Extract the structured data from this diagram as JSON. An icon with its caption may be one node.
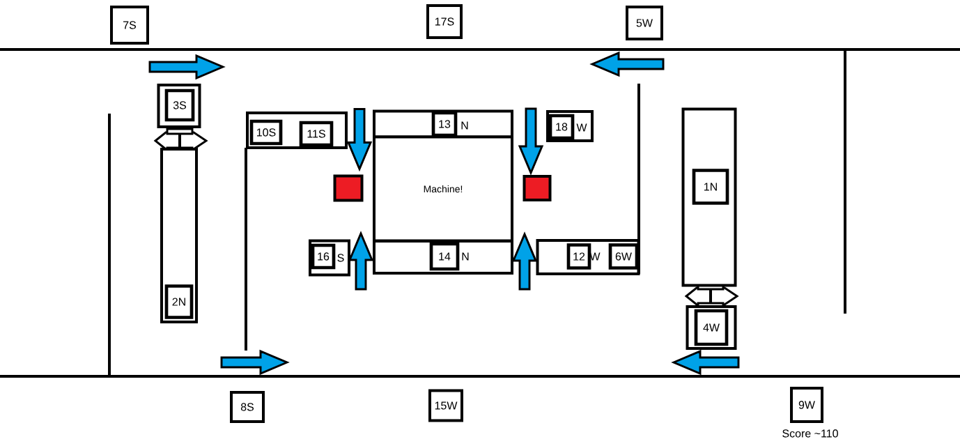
{
  "diagram": {
    "nodes": [
      {
        "text": [
          "7S"
        ]
      },
      {
        "text": [
          "17S"
        ]
      },
      {
        "text": [
          "5W"
        ]
      },
      {
        "text": [],
        "shape": "box"
      },
      {
        "text": [
          "3S"
        ],
        "in": 3
      },
      {
        "text": [],
        "shape": "box"
      },
      {
        "text": [
          "10S"
        ],
        "in": 5
      },
      {
        "text": [
          "11S"
        ],
        "in": 5
      },
      {
        "text": [],
        "shape": "box"
      },
      {
        "text": [
          "13"
        ],
        "in": 8,
        "beside": [
          "N"
        ]
      },
      {
        "text": [],
        "shape": "box"
      },
      {
        "text": [
          "18"
        ],
        "in": 10,
        "beside": [
          "W"
        ]
      },
      {
        "text": [
          "Machine!"
        ]
      },
      {
        "text": [],
        "shape": "box"
      },
      {
        "text": [],
        "shape": "box"
      },
      {
        "text": [],
        "shape": "box"
      },
      {
        "text": [
          "1N"
        ],
        "in": 15
      },
      {
        "text": [],
        "shape": "box"
      },
      {
        "text": [
          "16"
        ],
        "in": 17,
        "beside": [
          "S"
        ]
      },
      {
        "text": [],
        "shape": "box"
      },
      {
        "text": [
          "14"
        ],
        "in": 19,
        "beside": [
          "N"
        ]
      },
      {
        "text": [],
        "shape": "box"
      },
      {
        "text": [
          "12"
        ],
        "in": 21,
        "beside": [
          "W"
        ]
      },
      {
        "text": [
          "6W"
        ],
        "in": 21
      },
      {
        "text": [],
        "shape": "box"
      },
      {
        "text": [
          "2N"
        ],
        "in": 24
      },
      {
        "text": [],
        "shape": "box"
      },
      {
        "text": [
          "4W"
        ],
        "in": 26
      },
      {
        "text": [
          "8S"
        ]
      },
      {
        "text": [
          "15W"
        ]
      },
      {
        "text": [
          "9W"
        ],
        "beside": [
          "Score ~110"
        ]
      }
    ],
    "edges": [
      {
        "from": null,
        "to": 13,
        "arrow": "to"
      },
      {
        "from": null,
        "to": 14,
        "arrow": "to"
      },
      {
        "from": null,
        "to": 12,
        "arrow": "to"
      },
      {
        "from": null,
        "to": 12,
        "arrow": "to"
      }
    ]
  }
}
